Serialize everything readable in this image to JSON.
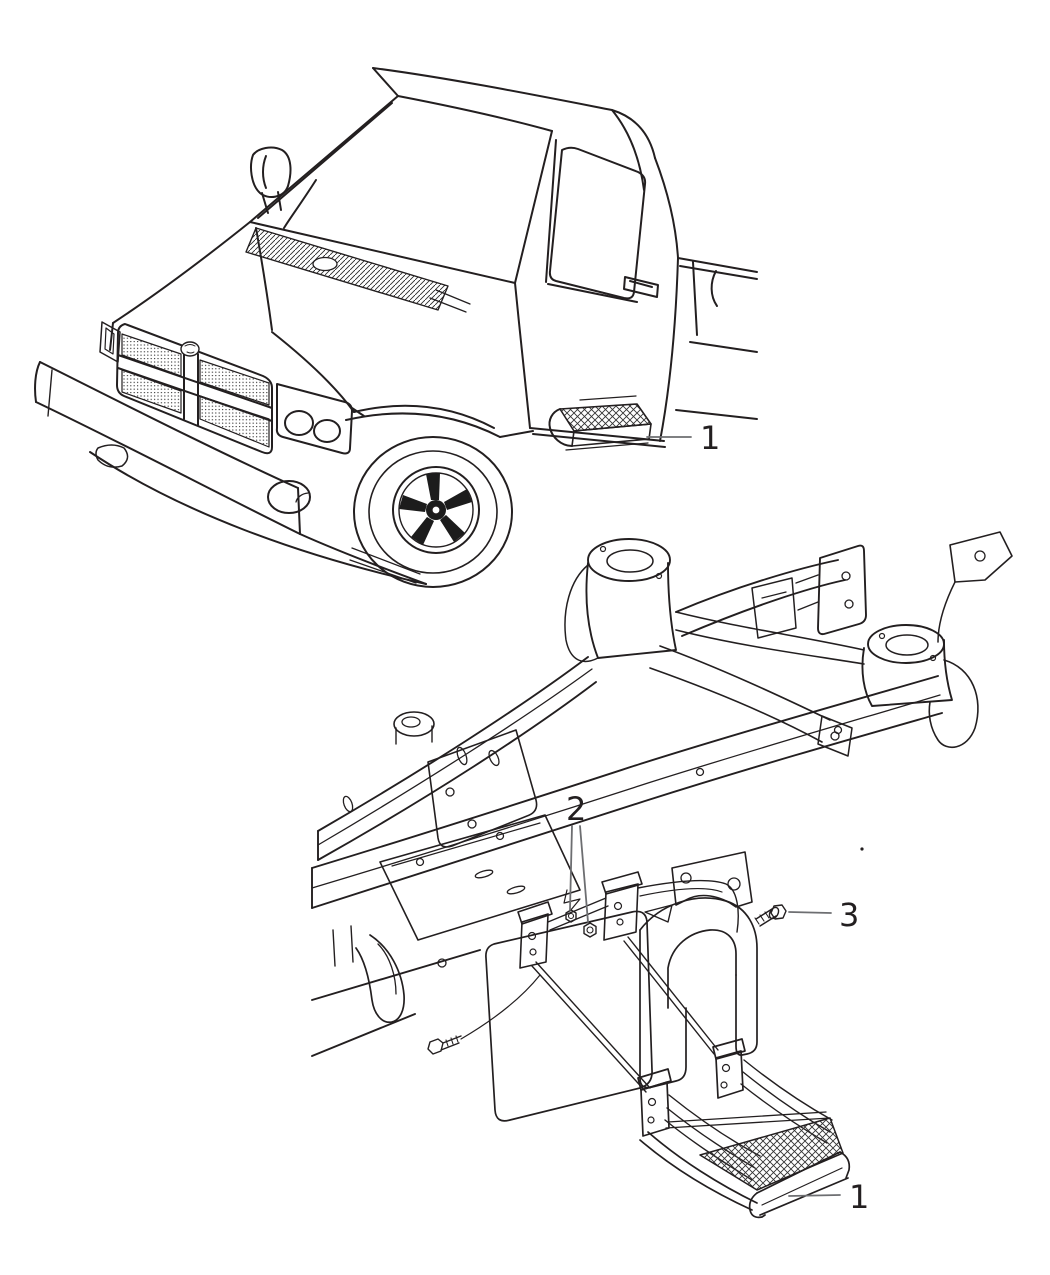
{
  "page": {
    "kind": "parts-catalog-illustration",
    "background": "#ffffff",
    "art_color": "#231f20",
    "leader_color": "#6d6e71"
  },
  "figures": [
    {
      "name": "truck-front-three-quarter-view",
      "description": "pickup truck line art with side step"
    },
    {
      "name": "chassis-frame-view",
      "description": "frame with splash shields, mounting hardware and step assembly"
    }
  ],
  "callouts": [
    {
      "label": "1",
      "target": "side-step-on-truck"
    },
    {
      "label": "2",
      "target": "mounting-nuts"
    },
    {
      "label": "3",
      "target": "mounting-bolt"
    },
    {
      "label": "1",
      "target": "step-assembly"
    }
  ]
}
